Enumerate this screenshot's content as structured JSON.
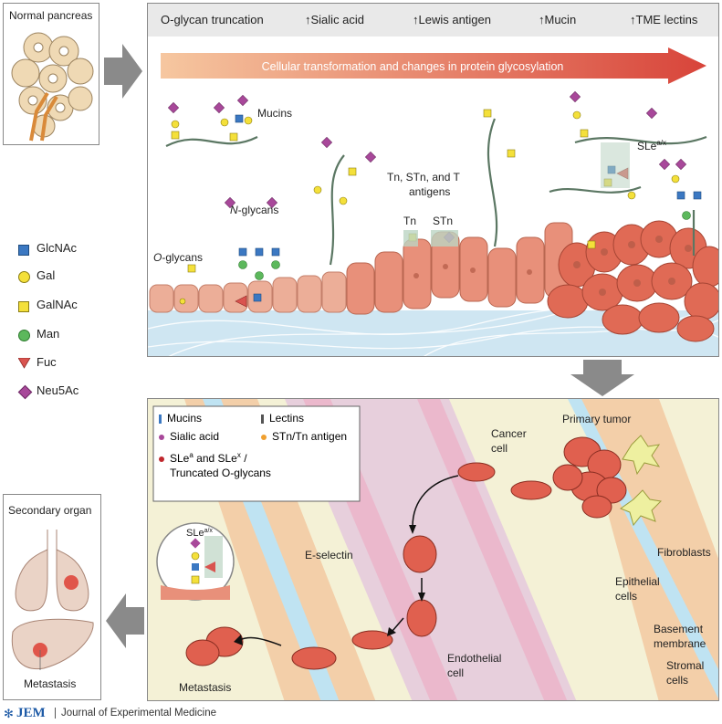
{
  "top_banner": {
    "items": [
      "O-glycan truncation",
      "Sialic acid",
      "Lewis antigen",
      "Mucin",
      "TME lectins"
    ],
    "up_arrow": "🠕"
  },
  "transformation_arrow_label": "Cellular transformation and changes in protein glycosylation",
  "panels": {
    "normal_pancreas": "Normal pancreas",
    "secondary_organ": "Secondary organ",
    "metastasis_organ": "Metastasis"
  },
  "top_labels": {
    "mucins": "Mucins",
    "n_glycans": "-glycans",
    "n_prefix": "N",
    "o_glycans": "-glycans",
    "o_prefix": "O",
    "tn_stn_t_line1": "Tn, STn, and T",
    "tn_stn_t_line2": "antigens",
    "tn": "Tn",
    "stn": "STn",
    "sle": "SLe",
    "sle_sup": "a/x"
  },
  "glycan_legend": [
    {
      "name": "GlcNAc",
      "shape": "blue-square",
      "color": "#3b78c2"
    },
    {
      "name": "Gal",
      "shape": "yellow-circle",
      "color": "#f4e03a"
    },
    {
      "name": "GalNAc",
      "shape": "yellow-square",
      "color": "#f4e03a"
    },
    {
      "name": "Man",
      "shape": "green-circle",
      "color": "#5cb85c"
    },
    {
      "name": "Fuc",
      "shape": "red-triangle",
      "color": "#d9534f"
    },
    {
      "name": "Neu5Ac",
      "shape": "purple-diamond",
      "color": "#a8489a"
    }
  ],
  "bottom_legend": {
    "mucins": "Mucins",
    "lectins": "Lectins",
    "sialic_acid": "Sialic acid",
    "stn_tn": "STn/Tn antigen",
    "sle_line1_a": "SLe",
    "sle_sup_a": "a",
    "sle_line1_mid": " and SLe",
    "sle_sup_x": "x",
    "sle_line1_end": " /",
    "sle_line2": "Truncated O-glycans"
  },
  "bottom_labels": {
    "primary_tumor": "Primary tumor",
    "cancer_cell_1": "Cancer",
    "cancer_cell_2": "cell",
    "fibroblasts": "Fibroblasts",
    "epithelial_1": "Epithelial",
    "epithelial_2": "cells",
    "basement_1": "Basement",
    "basement_2": "membrane",
    "stromal_1": "Stromal",
    "stromal_2": "cells",
    "e_selectin": "E-selectin",
    "endothelial_1": "Endothelial",
    "endothelial_2": "cell",
    "metastasis": "Metastasis",
    "zoom_sle": "SLe",
    "zoom_sup": "a/x"
  },
  "footer": {
    "logo": "JEM",
    "journal": "Journal of Experimental Medicine"
  },
  "colors": {
    "cell": "#e8907a",
    "cell_dark": "#d9735e",
    "tumor": "#e0604f",
    "ecm": "#cfe6f2",
    "arrow_gray": "#8a8a8a",
    "banner_bg": "#e9e9e9",
    "vessel": "#e7cfdc",
    "stroma": "#f4f1d6"
  }
}
